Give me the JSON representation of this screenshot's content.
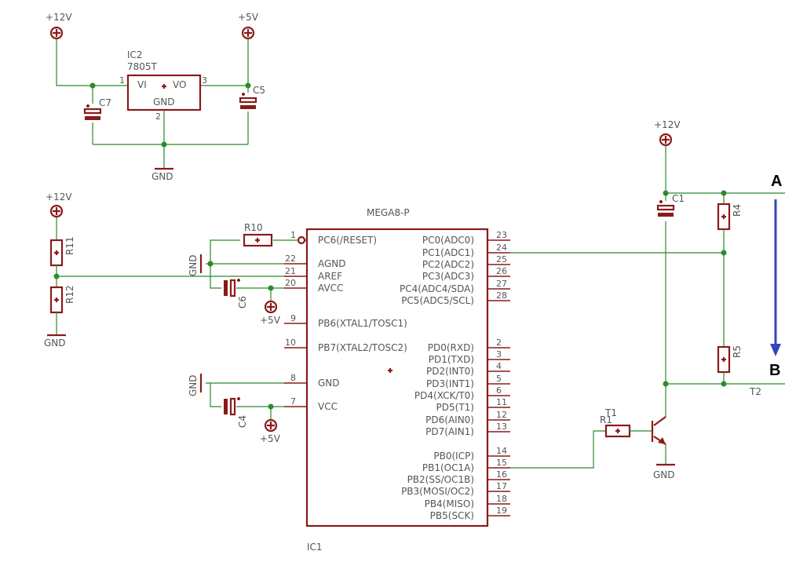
{
  "colors": {
    "wire": "#2b8a2b",
    "component": "#8b1a1a",
    "text": "#555555",
    "arrow": "#3344bb"
  },
  "supplies": {
    "v12": "+12V",
    "v5": "+5V",
    "gnd": "GND"
  },
  "ic2": {
    "name": "IC2",
    "value": "7805T",
    "pin_vi": "VI",
    "pin_vo": "VO",
    "pin_gnd": "GND",
    "pin1": "1",
    "pin2": "2",
    "pin3": "3"
  },
  "caps": {
    "c7": "C7",
    "c5": "C5",
    "c1": "C1",
    "c6": "C6",
    "c4": "C4"
  },
  "resistors": {
    "r10": "R10",
    "r11": "R11",
    "r12": "R12",
    "r4": "R4",
    "r5": "R5",
    "r1": "R1"
  },
  "transistor": {
    "t1": "T1",
    "t2": "T2"
  },
  "ic1": {
    "name": "IC1",
    "value": "MEGA8-P",
    "left_pins": [
      {
        "num": "1",
        "label": "PC6(/RESET)"
      },
      {
        "num": "22",
        "label": "AGND"
      },
      {
        "num": "21",
        "label": "AREF"
      },
      {
        "num": "20",
        "label": "AVCC"
      },
      {
        "num": "9",
        "label": "PB6(XTAL1/TOSC1)"
      },
      {
        "num": "10",
        "label": "PB7(XTAL2/TOSC2)"
      },
      {
        "num": "8",
        "label": "GND"
      },
      {
        "num": "7",
        "label": "VCC"
      }
    ],
    "right_pins": [
      {
        "num": "23",
        "label": "PC0(ADC0)"
      },
      {
        "num": "24",
        "label": "PC1(ADC1)"
      },
      {
        "num": "25",
        "label": "PC2(ADC2)"
      },
      {
        "num": "26",
        "label": "PC3(ADC3)"
      },
      {
        "num": "27",
        "label": "PC4(ADC4/SDA)"
      },
      {
        "num": "28",
        "label": "PC5(ADC5/SCL)"
      },
      {
        "num": "2",
        "label": "PD0(RXD)"
      },
      {
        "num": "3",
        "label": "PD1(TXD)"
      },
      {
        "num": "4",
        "label": "PD2(INT0)"
      },
      {
        "num": "5",
        "label": "PD3(INT1)"
      },
      {
        "num": "6",
        "label": "PD4(XCK/T0)"
      },
      {
        "num": "11",
        "label": "PD5(T1)"
      },
      {
        "num": "12",
        "label": "PD6(AIN0)"
      },
      {
        "num": "13",
        "label": "PD7(AIN1)"
      },
      {
        "num": "14",
        "label": "PB0(ICP)"
      },
      {
        "num": "15",
        "label": "PB1(OC1A)"
      },
      {
        "num": "16",
        "label": "PB2(SS/OC1B)"
      },
      {
        "num": "17",
        "label": "PB3(MOSI/OC2)"
      },
      {
        "num": "18",
        "label": "PB4(MISO)"
      },
      {
        "num": "19",
        "label": "PB5(SCK)"
      }
    ]
  },
  "markers": {
    "a": "A",
    "b": "B"
  },
  "icons": {
    "supply": "circle-plus-supply-icon",
    "ground": "ground-bar-icon",
    "arrow": "down-arrow-icon"
  }
}
